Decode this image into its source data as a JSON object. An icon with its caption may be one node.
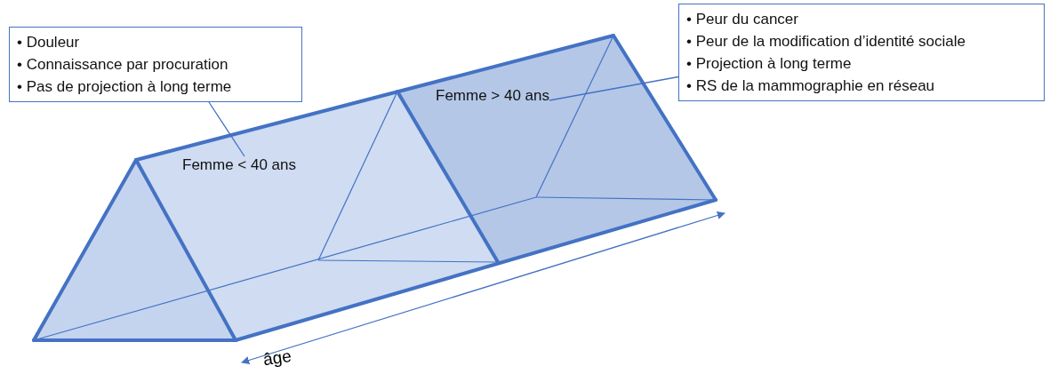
{
  "diagram": {
    "nodes": [
      {
        "text": [
          "• Douleur",
          "• Connaissance par procuration",
          "• Pas de projection à long terme"
        ]
      },
      {
        "text": [
          "Femme < 40 ans"
        ]
      },
      {
        "text": [
          "• Peur du cancer",
          "• Peur de la modification d’identité sociale",
          "• Projection à long terme",
          "• RS de la mammographie en réseau"
        ]
      },
      {
        "text": [
          "Femme > 40 ans"
        ]
      }
    ],
    "edges": [
      {
        "from": 0,
        "to": 1,
        "arrow": "none"
      },
      {
        "from": 2,
        "to": 3,
        "arrow": "none"
      }
    ],
    "labels": [
      "âge"
    ]
  }
}
